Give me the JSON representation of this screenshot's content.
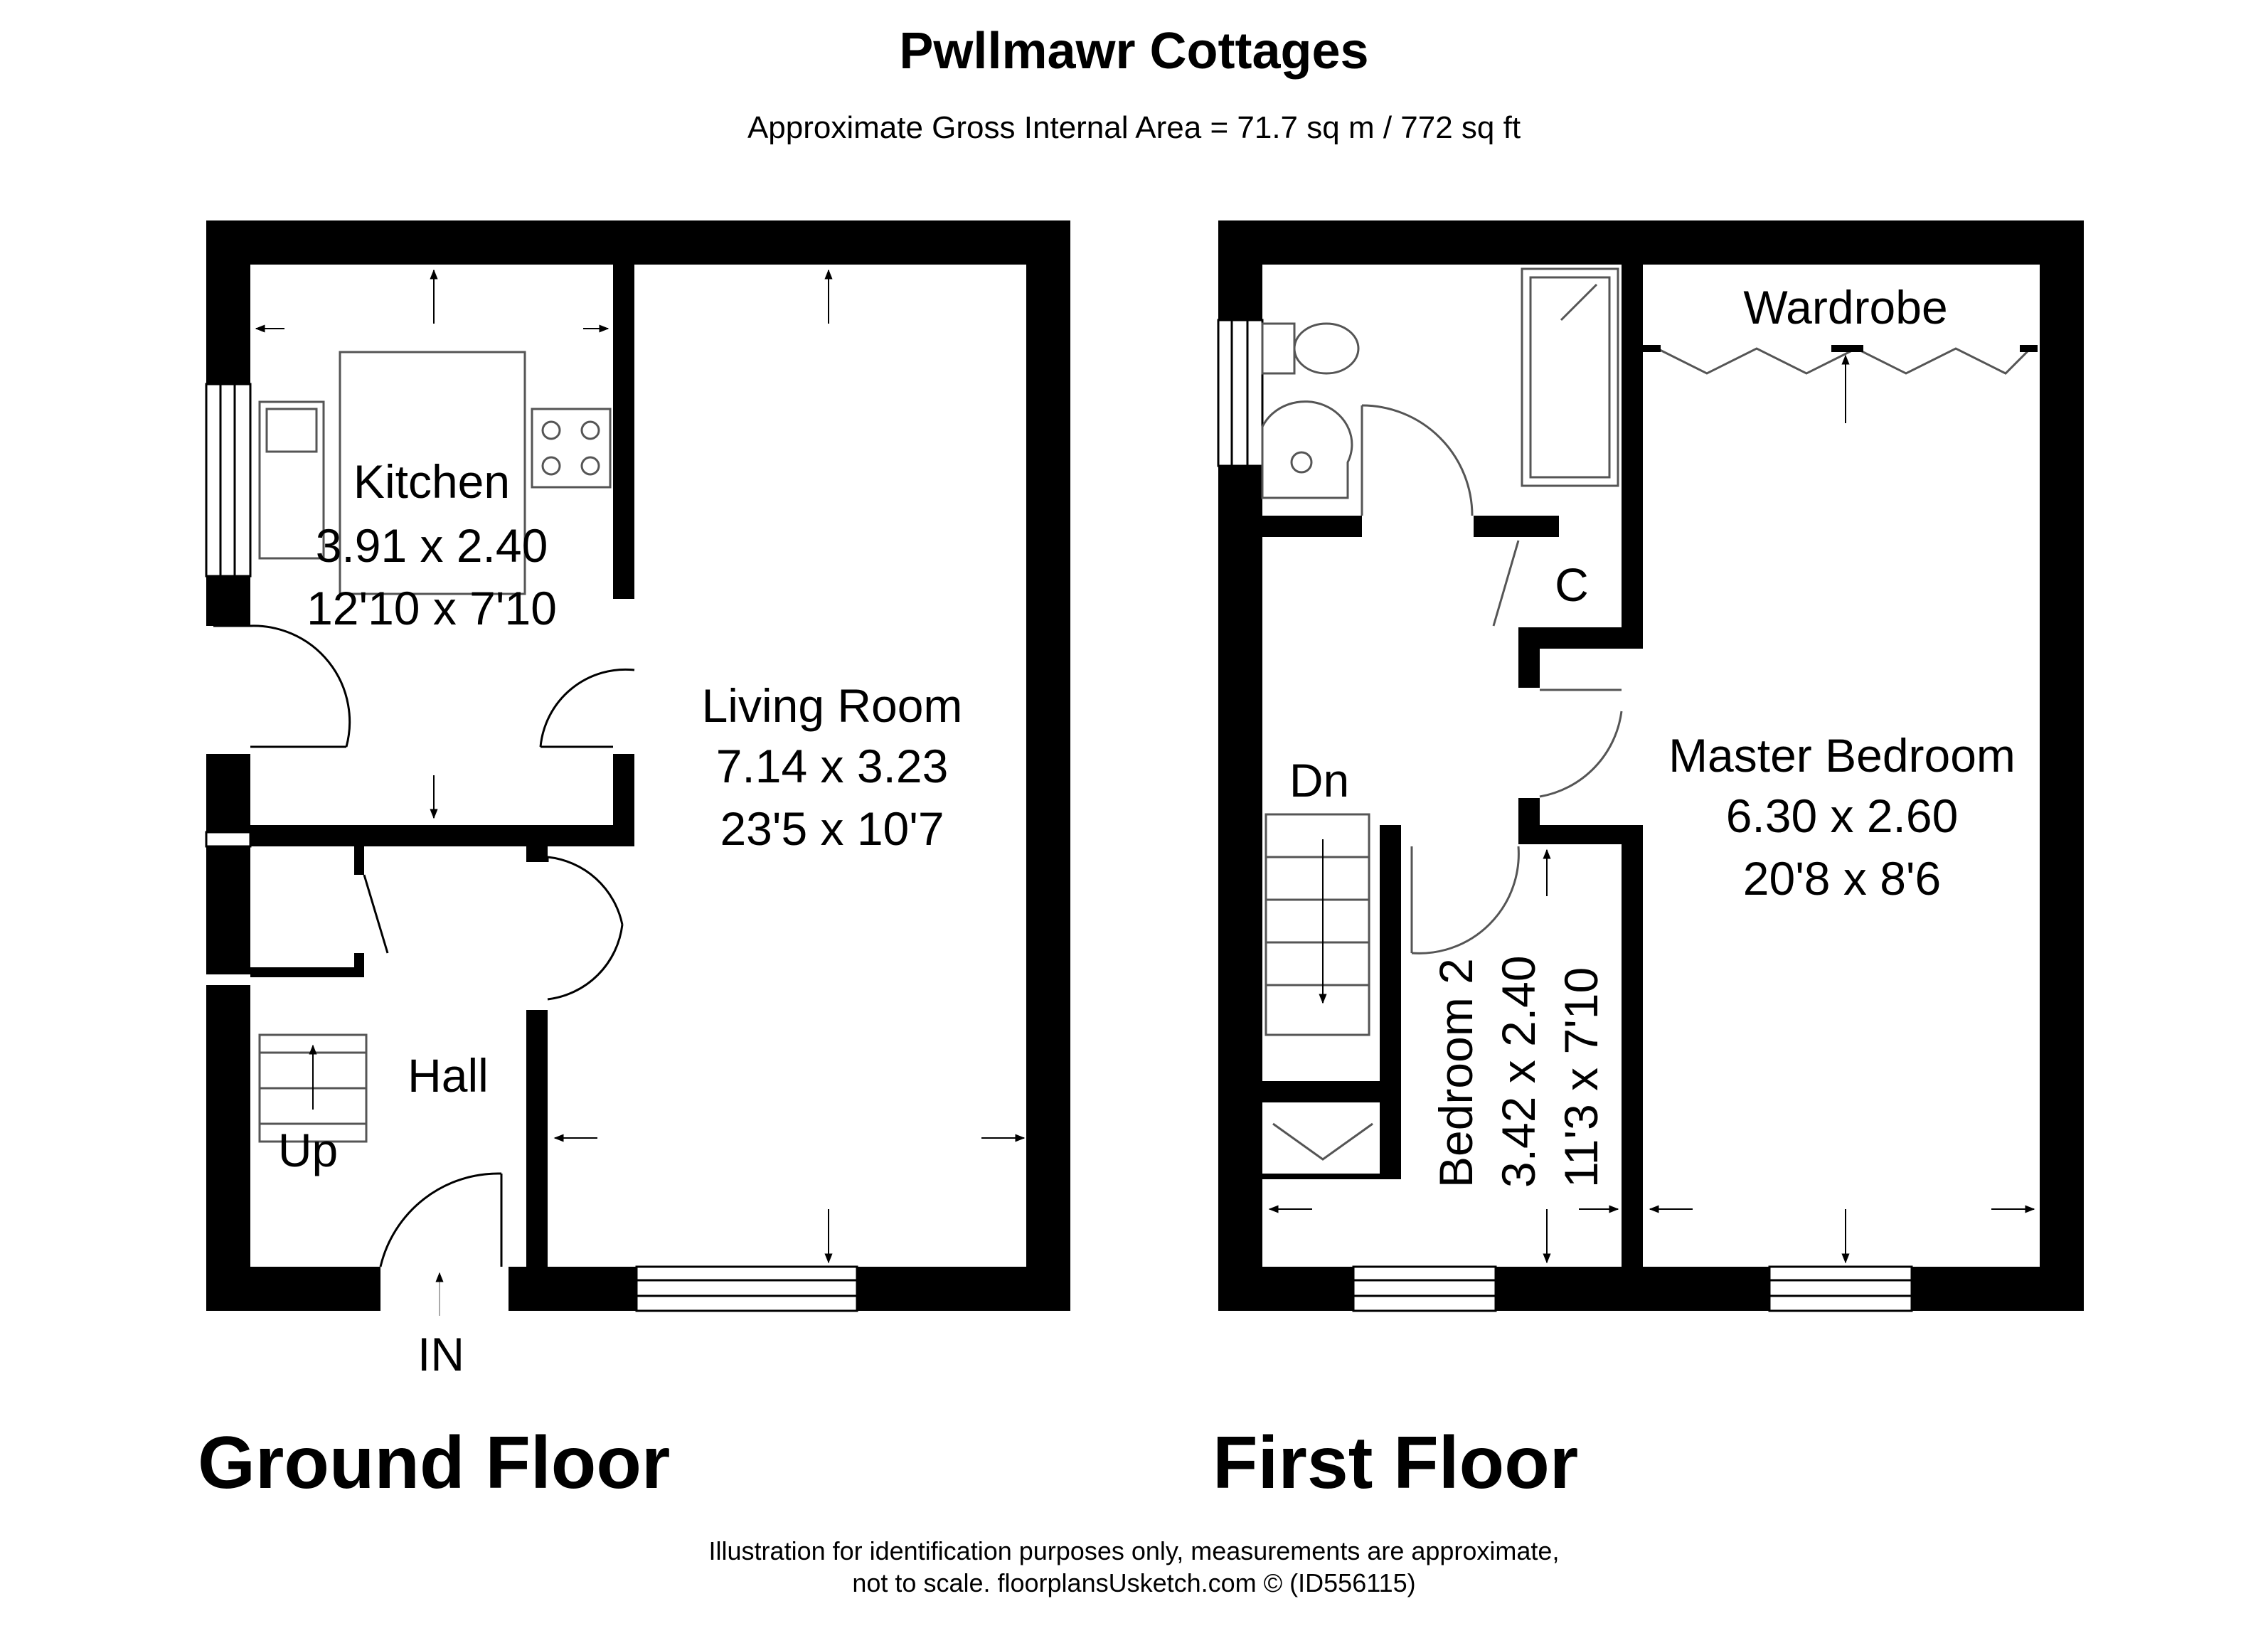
{
  "header": {
    "title": "Pwllmawr Cottages",
    "subtitle": "Approximate Gross Internal Area = 71.7 sq m / 772 sq ft"
  },
  "ground_floor": {
    "name": "Ground Floor",
    "kitchen": {
      "name": "Kitchen",
      "metric": "3.91 x 2.40",
      "imperial": "12'10 x 7'10"
    },
    "living_room": {
      "name": "Living Room",
      "metric": "7.14 x 3.23",
      "imperial": "23'5 x 10'7"
    },
    "hall": {
      "name": "Hall"
    },
    "stairs_label": "Up",
    "entrance_label": "IN"
  },
  "first_floor": {
    "name": "First Floor",
    "wardrobe": {
      "name": "Wardrobe"
    },
    "cupboard": {
      "name": "C"
    },
    "master_bedroom": {
      "name": "Master Bedroom",
      "metric": "6.30 x 2.60",
      "imperial": "20'8 x 8'6"
    },
    "bedroom2": {
      "name": "Bedroom 2",
      "metric": "3.42 x 2.40",
      "imperial": "11'3 x 7'10"
    },
    "stairs_label": "Dn"
  },
  "footer": {
    "line1": "Illustration for identification purposes only, measurements are approximate,",
    "line2": "not to scale. floorplansUsketch.com © (ID556115)"
  },
  "colors": {
    "wall": "#000000",
    "background": "#ffffff",
    "fixture": "#555555"
  }
}
